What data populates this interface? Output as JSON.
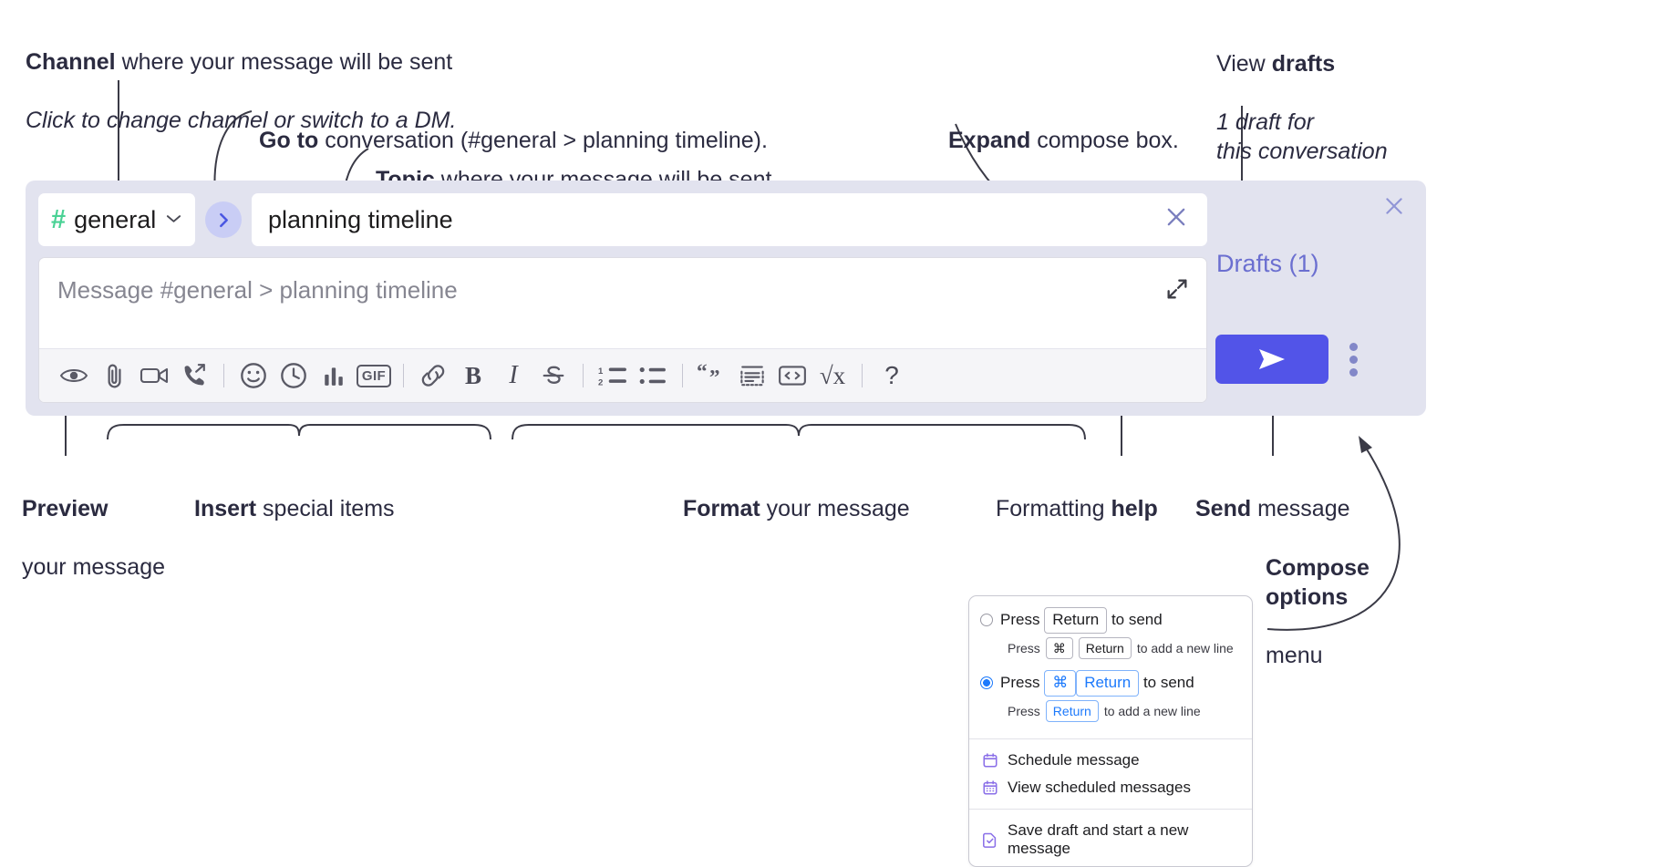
{
  "annotations": {
    "channel": {
      "bold": "Channel",
      "rest": " where your message will be sent",
      "italic": "Click to change channel or switch to a DM."
    },
    "goto": {
      "bold": "Go to",
      "rest": " conversation (#general > planning timeline)."
    },
    "topic": {
      "bold": "Topic",
      "rest": " where your message will be sent"
    },
    "expand": {
      "bold": "Expand",
      "rest": " compose box."
    },
    "drafts": {
      "line1_reg": "View ",
      "line1_bold": "drafts",
      "italic": "1 draft for\nthis conversation"
    },
    "preview": {
      "bold": "Preview",
      "rest": "your message"
    },
    "insert": {
      "bold": "Insert",
      "rest": " special items"
    },
    "format": {
      "bold": "Format",
      "rest": " your message"
    },
    "formatting_help": {
      "reg": "Formatting ",
      "bold": "help"
    },
    "send": {
      "bold": "Send",
      "rest": " message"
    },
    "compose_options": {
      "bold": "Compose\noptions",
      "rest": "menu"
    }
  },
  "compose": {
    "channel_icon": "hash-icon",
    "channel_name": "general",
    "channel_chevron": "chevron-down-icon",
    "goto_icon": "chevron-right-icon",
    "topic_value": "planning timeline",
    "topic_clear_icon": "close-icon",
    "message_placeholder": "Message #general > planning timeline",
    "expand_icon": "expand-icon",
    "drafts_label": "Drafts (1)",
    "send_icon": "send-icon",
    "kebab_icon": "more-vertical-icon",
    "panel_close_icon": "close-icon",
    "toolbar": [
      {
        "name": "preview-icon",
        "type": "icon",
        "label": ""
      },
      {
        "name": "attachment-icon",
        "type": "icon",
        "label": ""
      },
      {
        "name": "video-icon",
        "type": "icon",
        "label": ""
      },
      {
        "name": "call-forward-icon",
        "type": "icon",
        "label": ""
      },
      {
        "name": "divider",
        "type": "sep",
        "label": ""
      },
      {
        "name": "emoji-icon",
        "type": "icon",
        "label": ""
      },
      {
        "name": "clock-icon",
        "type": "icon",
        "label": ""
      },
      {
        "name": "poll-icon",
        "type": "icon",
        "label": ""
      },
      {
        "name": "gif-icon",
        "type": "text",
        "label": "GIF"
      },
      {
        "name": "divider",
        "type": "sep",
        "label": ""
      },
      {
        "name": "link-icon",
        "type": "icon",
        "label": ""
      },
      {
        "name": "bold-icon",
        "type": "text",
        "label": "B"
      },
      {
        "name": "italic-icon",
        "type": "text",
        "label": "I"
      },
      {
        "name": "strikethrough-icon",
        "type": "icon",
        "label": ""
      },
      {
        "name": "divider",
        "type": "sep",
        "label": ""
      },
      {
        "name": "ordered-list-icon",
        "type": "icon",
        "label": ""
      },
      {
        "name": "bulleted-list-icon",
        "type": "icon",
        "label": ""
      },
      {
        "name": "divider",
        "type": "sep",
        "label": ""
      },
      {
        "name": "blockquote-icon",
        "type": "icon",
        "label": ""
      },
      {
        "name": "code-block-icon",
        "type": "icon",
        "label": ""
      },
      {
        "name": "code-icon",
        "type": "icon",
        "label": ""
      },
      {
        "name": "math-icon",
        "type": "text",
        "label": "√x"
      },
      {
        "name": "divider",
        "type": "sep",
        "label": ""
      },
      {
        "name": "help-icon",
        "type": "text",
        "label": "?"
      }
    ]
  },
  "menu": {
    "options": [
      {
        "selected": false,
        "main": [
          {
            "t": "Press ",
            "k": false
          },
          {
            "t": "Return",
            "k": true
          },
          {
            "t": " to send",
            "k": false
          }
        ],
        "sub": [
          {
            "t": "Press ",
            "k": false
          },
          {
            "t": "⌘",
            "k": true
          },
          {
            "t": "Return",
            "k": true
          },
          {
            "t": " to add a new line",
            "k": false
          }
        ]
      },
      {
        "selected": true,
        "main": [
          {
            "t": "Press ",
            "k": false
          },
          {
            "t": "⌘",
            "k": true
          },
          {
            "t": "Return",
            "k": true
          },
          {
            "t": " to send",
            "k": false
          }
        ],
        "sub": [
          {
            "t": "Press ",
            "k": false
          },
          {
            "t": "Return",
            "k": true
          },
          {
            "t": " to add a new line",
            "k": false
          }
        ]
      }
    ],
    "items": [
      {
        "icon": "calendar-icon",
        "label": "Schedule message",
        "divider_after": false
      },
      {
        "icon": "calendar-grid-icon",
        "label": "View scheduled messages",
        "divider_after": true
      },
      {
        "icon": "save-draft-icon",
        "label": "Save draft and start a new message",
        "divider_after": false
      }
    ]
  },
  "colors": {
    "panel_bg": "#e2e3ef",
    "accent_purple": "#5254e8",
    "drafts_text": "#6b6fd0",
    "hash_green": "#4ad295",
    "goto_pill": "#c9cdf5",
    "radio_blue": "#1d7afc",
    "menu_icon_purple": "#8a6fe8",
    "text_dark": "#2b2b40"
  }
}
